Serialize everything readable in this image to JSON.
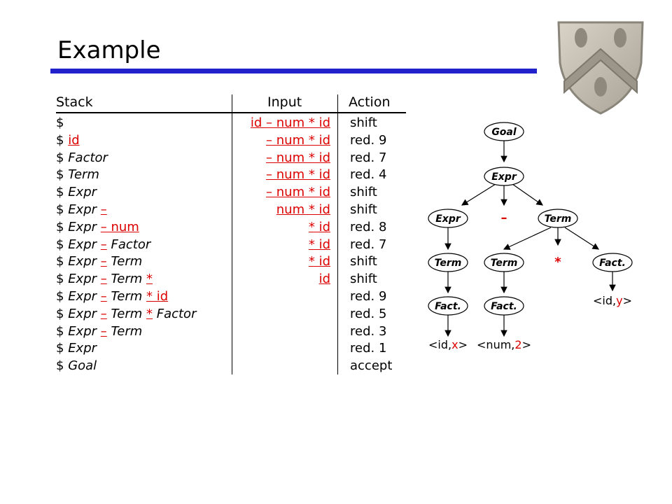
{
  "title": "Example",
  "table": {
    "headers": {
      "stack": "Stack",
      "input": "Input",
      "action": "Action"
    },
    "rows": [
      {
        "stack": [
          [
            "t",
            "$"
          ]
        ],
        "input": "id – num * id",
        "action": "shift"
      },
      {
        "stack": [
          [
            "t",
            "$ "
          ],
          [
            "r",
            "id"
          ]
        ],
        "input": "– num * id",
        "action": "red. 9"
      },
      {
        "stack": [
          [
            "t",
            "$ "
          ],
          [
            "n",
            "Factor"
          ]
        ],
        "input": "– num * id",
        "action": "red. 7"
      },
      {
        "stack": [
          [
            "t",
            "$ "
          ],
          [
            "n",
            "Term"
          ]
        ],
        "input": "– num * id",
        "action": "red. 4"
      },
      {
        "stack": [
          [
            "t",
            "$ "
          ],
          [
            "n",
            "Expr"
          ]
        ],
        "input": "– num * id",
        "action": "shift"
      },
      {
        "stack": [
          [
            "t",
            "$ "
          ],
          [
            "n",
            "Expr "
          ],
          [
            "r",
            "–"
          ]
        ],
        "input": "num * id",
        "action": "shift"
      },
      {
        "stack": [
          [
            "t",
            "$ "
          ],
          [
            "n",
            "Expr "
          ],
          [
            "r",
            "– num"
          ]
        ],
        "input": "* id",
        "action": "red. 8"
      },
      {
        "stack": [
          [
            "t",
            "$ "
          ],
          [
            "n",
            "Expr "
          ],
          [
            "r",
            "–"
          ],
          [
            "n",
            " Factor"
          ]
        ],
        "input": "* id",
        "action": "red. 7"
      },
      {
        "stack": [
          [
            "t",
            "$ "
          ],
          [
            "n",
            "Expr "
          ],
          [
            "r",
            "–"
          ],
          [
            "n",
            " Term"
          ]
        ],
        "input": "* id",
        "action": "shift"
      },
      {
        "stack": [
          [
            "t",
            "$ "
          ],
          [
            "n",
            "Expr "
          ],
          [
            "r",
            "–"
          ],
          [
            "n",
            " Term "
          ],
          [
            "r",
            "*"
          ]
        ],
        "input": "id",
        "action": "shift"
      },
      {
        "stack": [
          [
            "t",
            "$ "
          ],
          [
            "n",
            "Expr "
          ],
          [
            "r",
            "–"
          ],
          [
            "n",
            " Term "
          ],
          [
            "r",
            "* id"
          ]
        ],
        "input": "",
        "action": "red. 9"
      },
      {
        "stack": [
          [
            "t",
            "$ "
          ],
          [
            "n",
            "Expr "
          ],
          [
            "r",
            "–"
          ],
          [
            "n",
            " Term "
          ],
          [
            "r",
            "*"
          ],
          [
            "n",
            " Factor"
          ]
        ],
        "input": "",
        "action": "red. 5"
      },
      {
        "stack": [
          [
            "t",
            "$ "
          ],
          [
            "n",
            "Expr "
          ],
          [
            "r",
            "–"
          ],
          [
            "n",
            " Term"
          ]
        ],
        "input": "",
        "action": "red. 3"
      },
      {
        "stack": [
          [
            "t",
            "$ "
          ],
          [
            "n",
            "Expr"
          ]
        ],
        "input": "",
        "action": "red. 1"
      },
      {
        "stack": [
          [
            "t",
            "$ "
          ],
          [
            "n",
            "Goal"
          ]
        ],
        "input": "",
        "action": "accept"
      }
    ]
  },
  "tree": {
    "nodes": {
      "goal": "Goal",
      "expr_top": "Expr",
      "expr_left": "Expr",
      "minus": "–",
      "term_right": "Term",
      "term_left": "Term",
      "term_mid": "Term",
      "star": "*",
      "fact_right": "Fact.",
      "fact_left": "Fact.",
      "fact_mid": "Fact."
    },
    "leaves": {
      "y_pre": "<id,",
      "y_val": "y",
      "y_post": ">",
      "x_pre": "<id,",
      "x_val": "x",
      "x_post": ">",
      "two_pre": "<num,",
      "two_val": "2",
      "two_post": ">"
    }
  }
}
